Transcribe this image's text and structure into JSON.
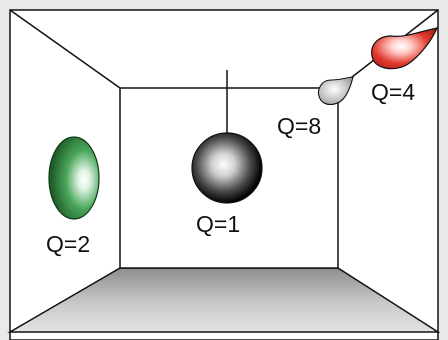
{
  "scene": {
    "title": "",
    "objects": [
      {
        "id": "sphere-center",
        "label": "Q=1",
        "color": "#1a1a1a",
        "shape": "ball-on-string"
      },
      {
        "id": "green-ellipsoid",
        "label": "Q=2",
        "color": "#2f8a3a",
        "shape": "ellipsoid"
      },
      {
        "id": "red-drop",
        "label": "Q=4",
        "color": "#e33a2d",
        "shape": "teardrop"
      },
      {
        "id": "grey-drop",
        "label": "Q=8",
        "color": "#b7b7b7",
        "shape": "teardrop"
      }
    ]
  },
  "colors": {
    "background": "#e9e9e9",
    "walls": "#ffffff",
    "floor_light": "#d7d7d7",
    "floor_dark": "#8d8d8d",
    "lines": "#111111"
  }
}
